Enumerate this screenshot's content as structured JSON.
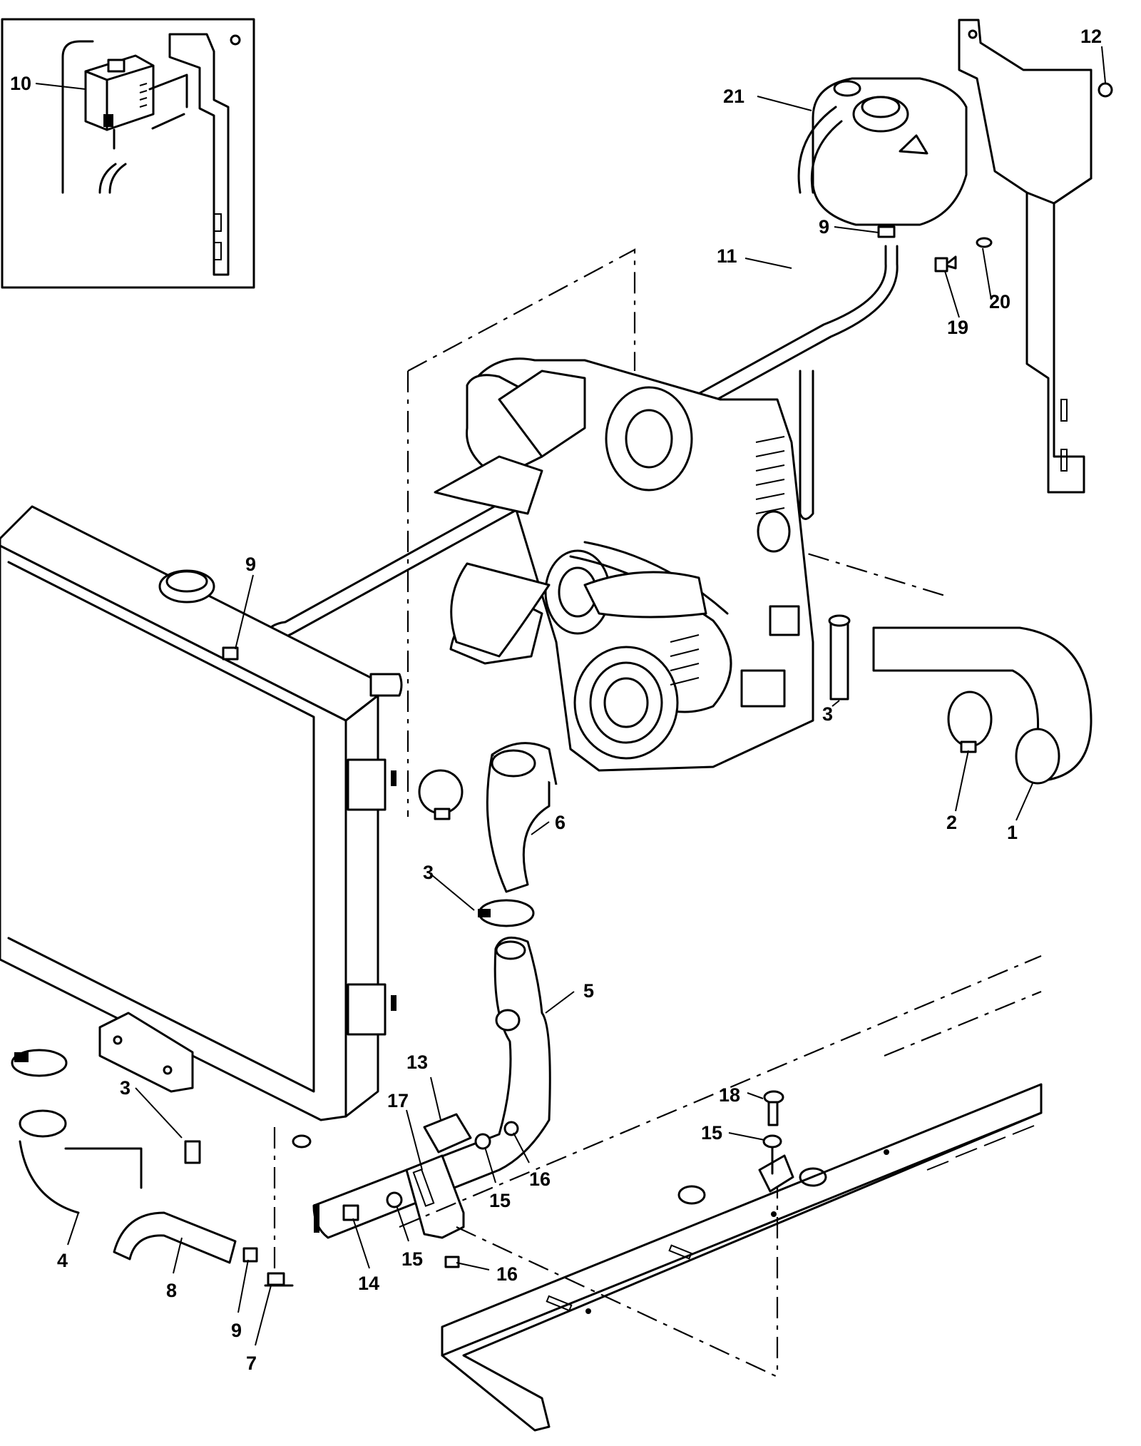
{
  "callouts": [
    {
      "id": "c10",
      "label": "10"
    },
    {
      "id": "c12",
      "label": "12"
    },
    {
      "id": "c21",
      "label": "21"
    },
    {
      "id": "c9a",
      "label": "9"
    },
    {
      "id": "c11",
      "label": "11"
    },
    {
      "id": "c20",
      "label": "20"
    },
    {
      "id": "c19",
      "label": "19"
    },
    {
      "id": "c9b",
      "label": "9"
    },
    {
      "id": "c3a",
      "label": "3"
    },
    {
      "id": "c2",
      "label": "2"
    },
    {
      "id": "c1",
      "label": "1"
    },
    {
      "id": "c6",
      "label": "6"
    },
    {
      "id": "c3b",
      "label": "3"
    },
    {
      "id": "c5",
      "label": "5"
    },
    {
      "id": "c13",
      "label": "13"
    },
    {
      "id": "c17",
      "label": "17"
    },
    {
      "id": "c18",
      "label": "18"
    },
    {
      "id": "c15a",
      "label": "15"
    },
    {
      "id": "c3c",
      "label": "3"
    },
    {
      "id": "c16a",
      "label": "16"
    },
    {
      "id": "c15b",
      "label": "15"
    },
    {
      "id": "c4",
      "label": "4"
    },
    {
      "id": "c8",
      "label": "8"
    },
    {
      "id": "c14",
      "label": "14"
    },
    {
      "id": "c15c",
      "label": "15"
    },
    {
      "id": "c16b",
      "label": "16"
    },
    {
      "id": "c9c",
      "label": "9"
    },
    {
      "id": "c7",
      "label": "7"
    }
  ]
}
